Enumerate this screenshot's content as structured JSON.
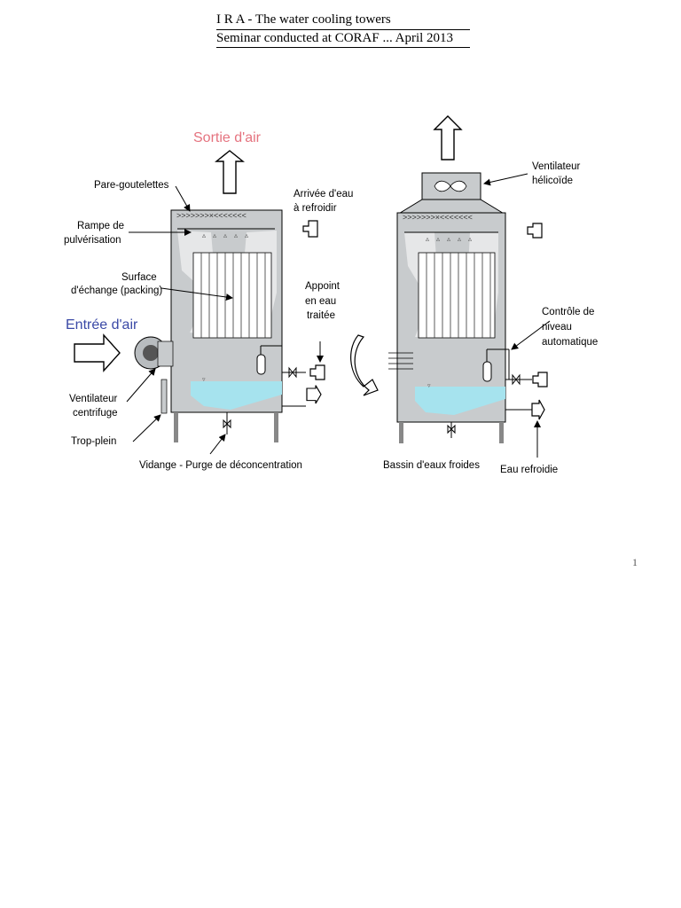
{
  "header": {
    "title": "I R A - The water cooling towers",
    "subtitle": "Seminar conducted at CORAF ... April 2013"
  },
  "page_number": "1",
  "diagram": {
    "labels": {
      "sortie_air": "Sortie d'air",
      "entree_air": "Entrée d'air",
      "pare_goutelettes": "Pare-goutelettes",
      "rampe_1": "Rampe de",
      "rampe_2": "pulvérisation",
      "surface_1": "Surface",
      "surface_2": "d'échange (packing)",
      "arrivee_1": "Arrivée d'eau",
      "arrivee_2": "à refroidir",
      "appoint_1": "Appoint",
      "appoint_2": "en eau",
      "appoint_3": "traitée",
      "ventilateur_c_1": "Ventilateur",
      "ventilateur_c_2": "centrifuge",
      "trop_plein": "Trop-plein",
      "vidange": "Vidange - Purge de déconcentration",
      "ventilateur_h_1": "Ventilateur",
      "ventilateur_h_2": "hélicoïde",
      "controle_1": "Contrôle de",
      "controle_2": "niveau",
      "controle_3": "automatique",
      "bassin": "Bassin d'eaux froides",
      "eau_refroidie": "Eau refroidie"
    },
    "colors": {
      "tower_fill": "#c8cbcd",
      "water": "#a6e3ee",
      "sortie_air": "#e5737f",
      "entree_air": "#3a49a6",
      "line": "#000000"
    }
  }
}
